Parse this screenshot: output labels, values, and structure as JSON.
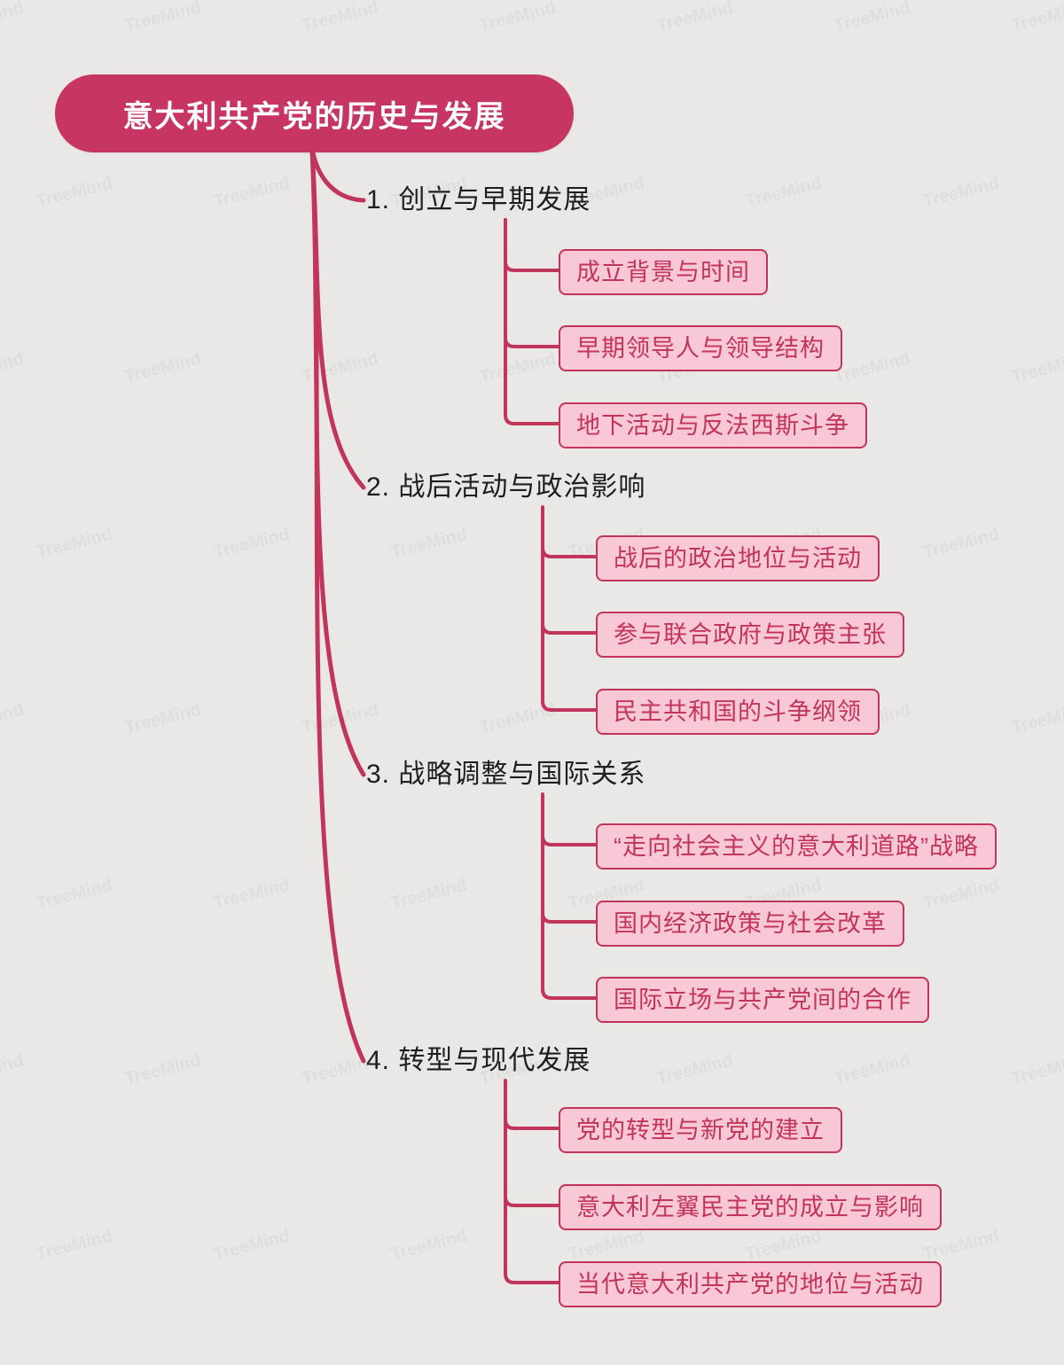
{
  "root": {
    "label": "意大利共产党的历史与发展"
  },
  "branches": [
    {
      "label": "1. 创立与早期发展",
      "children": [
        "成立背景与时间",
        "早期领导人与领导结构",
        "地下活动与反法西斯斗争"
      ]
    },
    {
      "label": "2. 战后活动与政治影响",
      "children": [
        "战后的政治地位与活动",
        "参与联合政府与政策主张",
        "民主共和国的斗争纲领"
      ]
    },
    {
      "label": "3. 战略调整与国际关系",
      "children": [
        "“走向社会主义的意大利道路”战略",
        "国内经济政策与社会改革",
        "国际立场与共产党间的合作"
      ]
    },
    {
      "label": "4. 转型与现代发展",
      "children": [
        "党的转型与新党的建立",
        "意大利左翼民主党的成立与影响",
        "当代意大利共产党的地位与活动"
      ]
    }
  ],
  "colors": {
    "accent": "#c2355b",
    "root_bg": "#c73563",
    "root_text": "#ffffff",
    "child_bg": "#f9c8d7",
    "child_text": "#c2355b",
    "heading_text": "#1e1e1e",
    "background": "#e9e8e6"
  },
  "watermark": {
    "text": "TreeMind"
  }
}
